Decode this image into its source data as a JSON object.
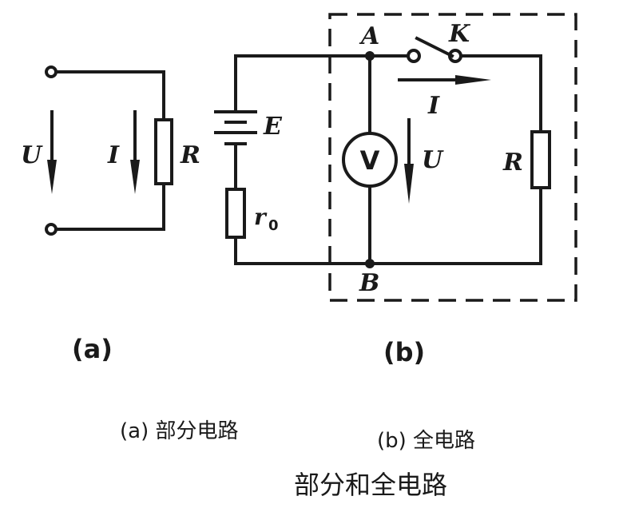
{
  "figure_a": {
    "label_U": "U",
    "label_I": "I",
    "label_R": "R",
    "sublabel": "(a)",
    "caption": "(a)  部分电路"
  },
  "figure_b": {
    "label_A": "A",
    "label_K": "K",
    "label_E": "E",
    "label_r0": "r",
    "label_r0_sub": "0",
    "label_V": "V",
    "label_U": "U",
    "label_I": "I",
    "label_R": "R",
    "label_B": "B",
    "sublabel": "(b)",
    "caption": "(b)  全电路"
  },
  "title": "部分和全电路"
}
